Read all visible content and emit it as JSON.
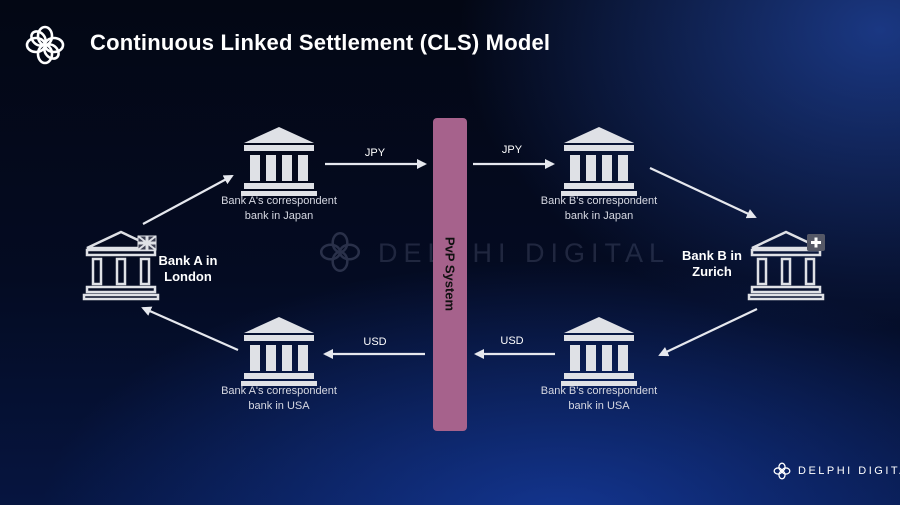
{
  "title": "Continuous Linked Settlement (CLS) Model",
  "pvp_label": "PvP System",
  "banks": {
    "bank_a": {
      "label_line1": "Bank A in",
      "label_line2": "London",
      "flag_icon": "uk-flag-icon"
    },
    "bank_b": {
      "label_line1": "Bank B in",
      "label_line2": "Zurich",
      "flag_icon": "swiss-flag-icon"
    },
    "a_japan": {
      "line1": "Bank A's correspondent",
      "line2": "bank in Japan"
    },
    "b_japan": {
      "line1": "Bank B's correspondent",
      "line2": "bank in Japan"
    },
    "a_usa": {
      "line1": "Bank A's correspondent",
      "line2": "bank in USA"
    },
    "b_usa": {
      "line1": "Bank B's correspondent",
      "line2": "bank in USA"
    }
  },
  "flows": {
    "jpy_in": "JPY",
    "jpy_out": "JPY",
    "usd_in": "USD",
    "usd_out": "USD"
  },
  "watermark": "DELPHI DIGITAL",
  "brand": "DELPHI DIGITAL",
  "colors": {
    "pvp_bar": "#a6628c",
    "bank_icon": "#dfe1e6",
    "arrow": "#e6e8ee",
    "text": "#ffffff"
  }
}
